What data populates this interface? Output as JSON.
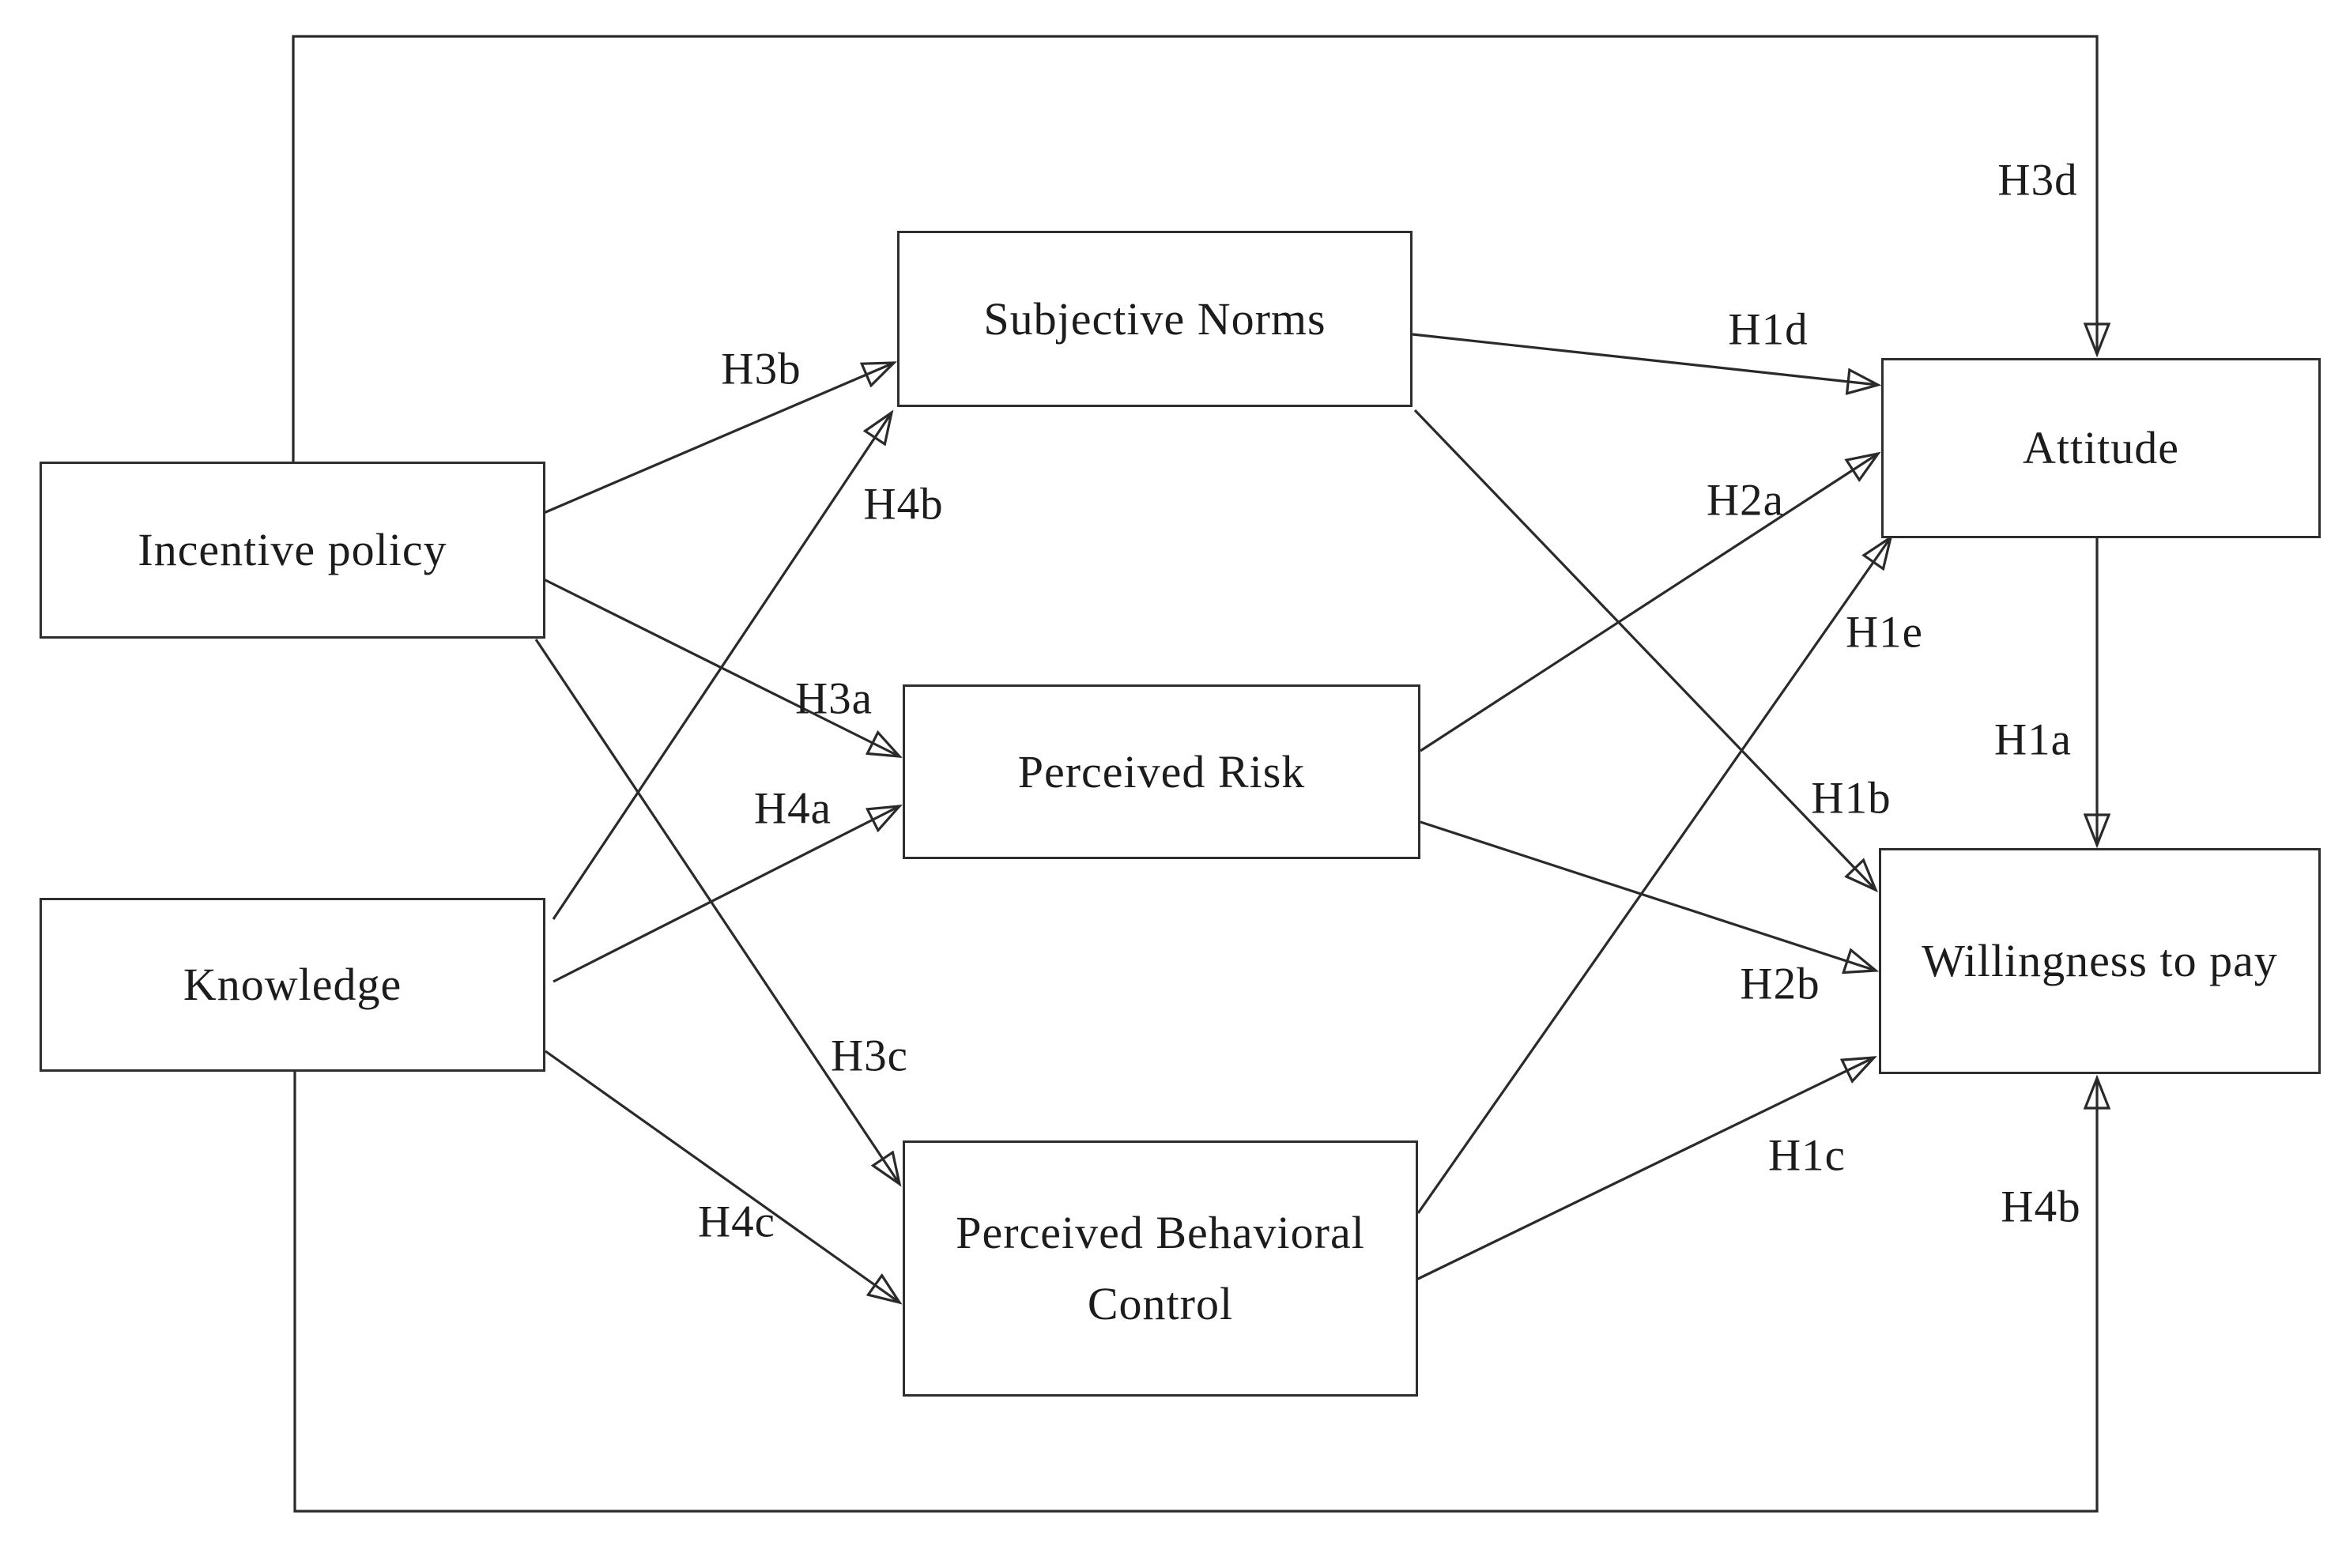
{
  "diagram": {
    "background_color": "#ffffff",
    "line_color": "#2a2a2a",
    "nodes": [
      {
        "id": "incentive-policy",
        "label": "Incentive policy"
      },
      {
        "id": "knowledge",
        "label": "Knowledge"
      },
      {
        "id": "subjective-norms",
        "label": "Subjective Norms"
      },
      {
        "id": "perceived-risk",
        "label": "Perceived Risk"
      },
      {
        "id": "perceived-behavioral-control",
        "label": "Perceived Behavioral Control"
      },
      {
        "id": "attitude",
        "label": "Attitude"
      },
      {
        "id": "willingness-to-pay",
        "label": "Willingness to pay"
      }
    ],
    "edges": [
      {
        "label": "H3d",
        "from": "incentive-policy",
        "to": "attitude",
        "route": "around-top"
      },
      {
        "label": "H3b",
        "from": "incentive-policy",
        "to": "subjective-norms",
        "route": "direct"
      },
      {
        "label": "H3a",
        "from": "incentive-policy",
        "to": "perceived-risk",
        "route": "direct"
      },
      {
        "label": "H3c",
        "from": "incentive-policy",
        "to": "perceived-behavioral-control",
        "route": "direct"
      },
      {
        "label": "H4b",
        "from": "knowledge",
        "to": "subjective-norms",
        "route": "direct"
      },
      {
        "label": "H4a",
        "from": "knowledge",
        "to": "perceived-risk",
        "route": "direct"
      },
      {
        "label": "H4c",
        "from": "knowledge",
        "to": "perceived-behavioral-control",
        "route": "direct"
      },
      {
        "label": "H1d",
        "from": "subjective-norms",
        "to": "attitude",
        "route": "direct"
      },
      {
        "label": "H1b",
        "from": "subjective-norms",
        "to": "willingness-to-pay",
        "route": "direct"
      },
      {
        "label": "H2a",
        "from": "perceived-risk",
        "to": "attitude",
        "route": "direct"
      },
      {
        "label": "H2b",
        "from": "perceived-risk",
        "to": "willingness-to-pay",
        "route": "direct"
      },
      {
        "label": "H1e",
        "from": "perceived-behavioral-control",
        "to": "attitude",
        "route": "direct"
      },
      {
        "label": "H1c",
        "from": "perceived-behavioral-control",
        "to": "willingness-to-pay",
        "route": "direct"
      },
      {
        "label": "H1a",
        "from": "attitude",
        "to": "willingness-to-pay",
        "route": "direct"
      },
      {
        "label": "H4b",
        "from": "knowledge",
        "to": "willingness-to-pay",
        "route": "around-bottom"
      }
    ]
  }
}
